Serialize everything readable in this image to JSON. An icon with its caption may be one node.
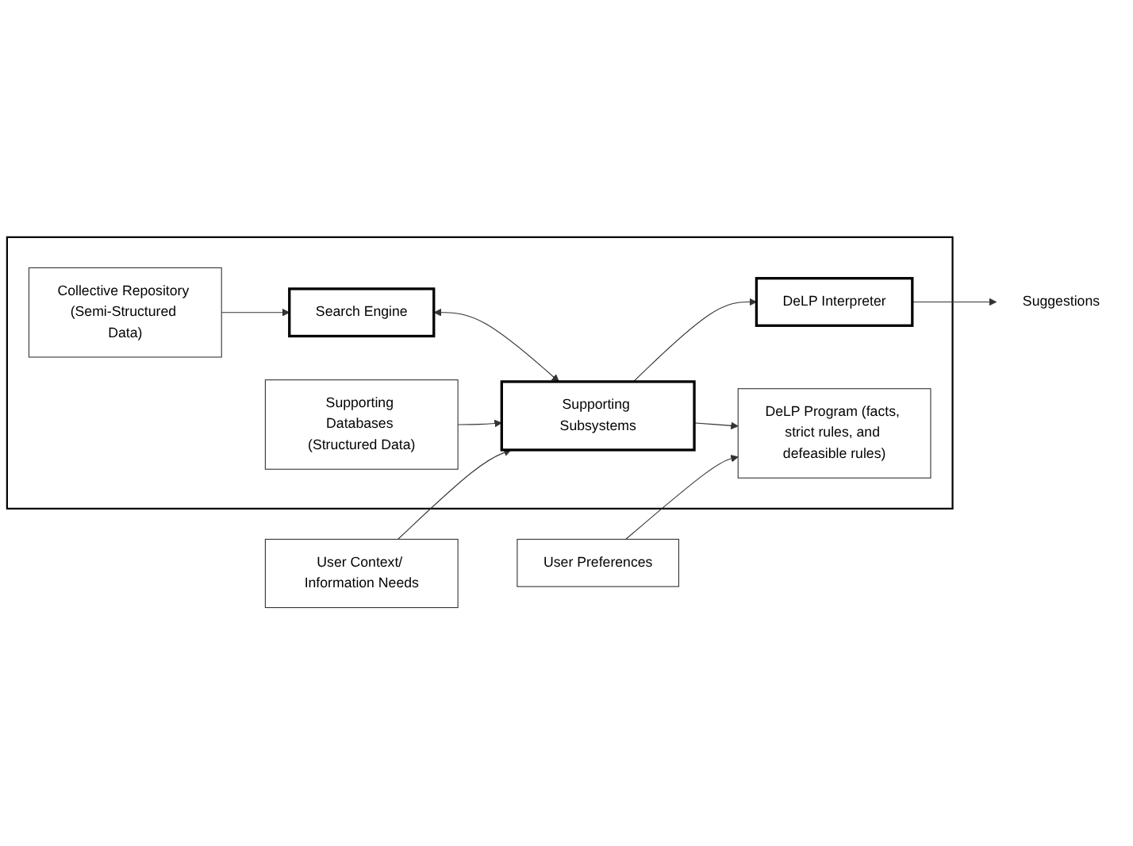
{
  "diagram": {
    "nodes": [
      {
        "text": [],
        "shape": "box"
      },
      {
        "text": [
          "DeLP Program (facts, strict rules, and defeasible rules)"
        ],
        "in": 0
      },
      {
        "text": [
          "User Preferences"
        ]
      },
      {
        "text": [
          "DeLP Interpreter"
        ],
        "in": 0
      },
      {
        "text": [
          "Suggestions"
        ]
      },
      {
        "text": [
          "Search Engine"
        ],
        "in": 0
      },
      {
        "text": [
          "Supporting Subsystems"
        ],
        "in": 0
      },
      {
        "text": [
          "User Context/ Information Needs"
        ]
      },
      {
        "text": [
          "Collective Repository (Semi-Structured Data)"
        ],
        "in": 0
      },
      {
        "text": [
          "Supporting Databases (Structured Data)"
        ],
        "in": 0
      }
    ],
    "edges": [
      {
        "from": 2,
        "to": 1,
        "arrow": "to"
      },
      {
        "from": 3,
        "to": 4,
        "arrow": "to"
      },
      {
        "from": 5,
        "to": 6,
        "arrow": "both"
      },
      {
        "from": 6,
        "to": 1,
        "arrow": "to"
      },
      {
        "from": 6,
        "to": 3,
        "arrow": "to"
      },
      {
        "from": 7,
        "to": 6,
        "arrow": "to"
      },
      {
        "from": 8,
        "to": 5,
        "arrow": "to"
      },
      {
        "from": 9,
        "to": 6,
        "arrow": "to"
      }
    ]
  }
}
